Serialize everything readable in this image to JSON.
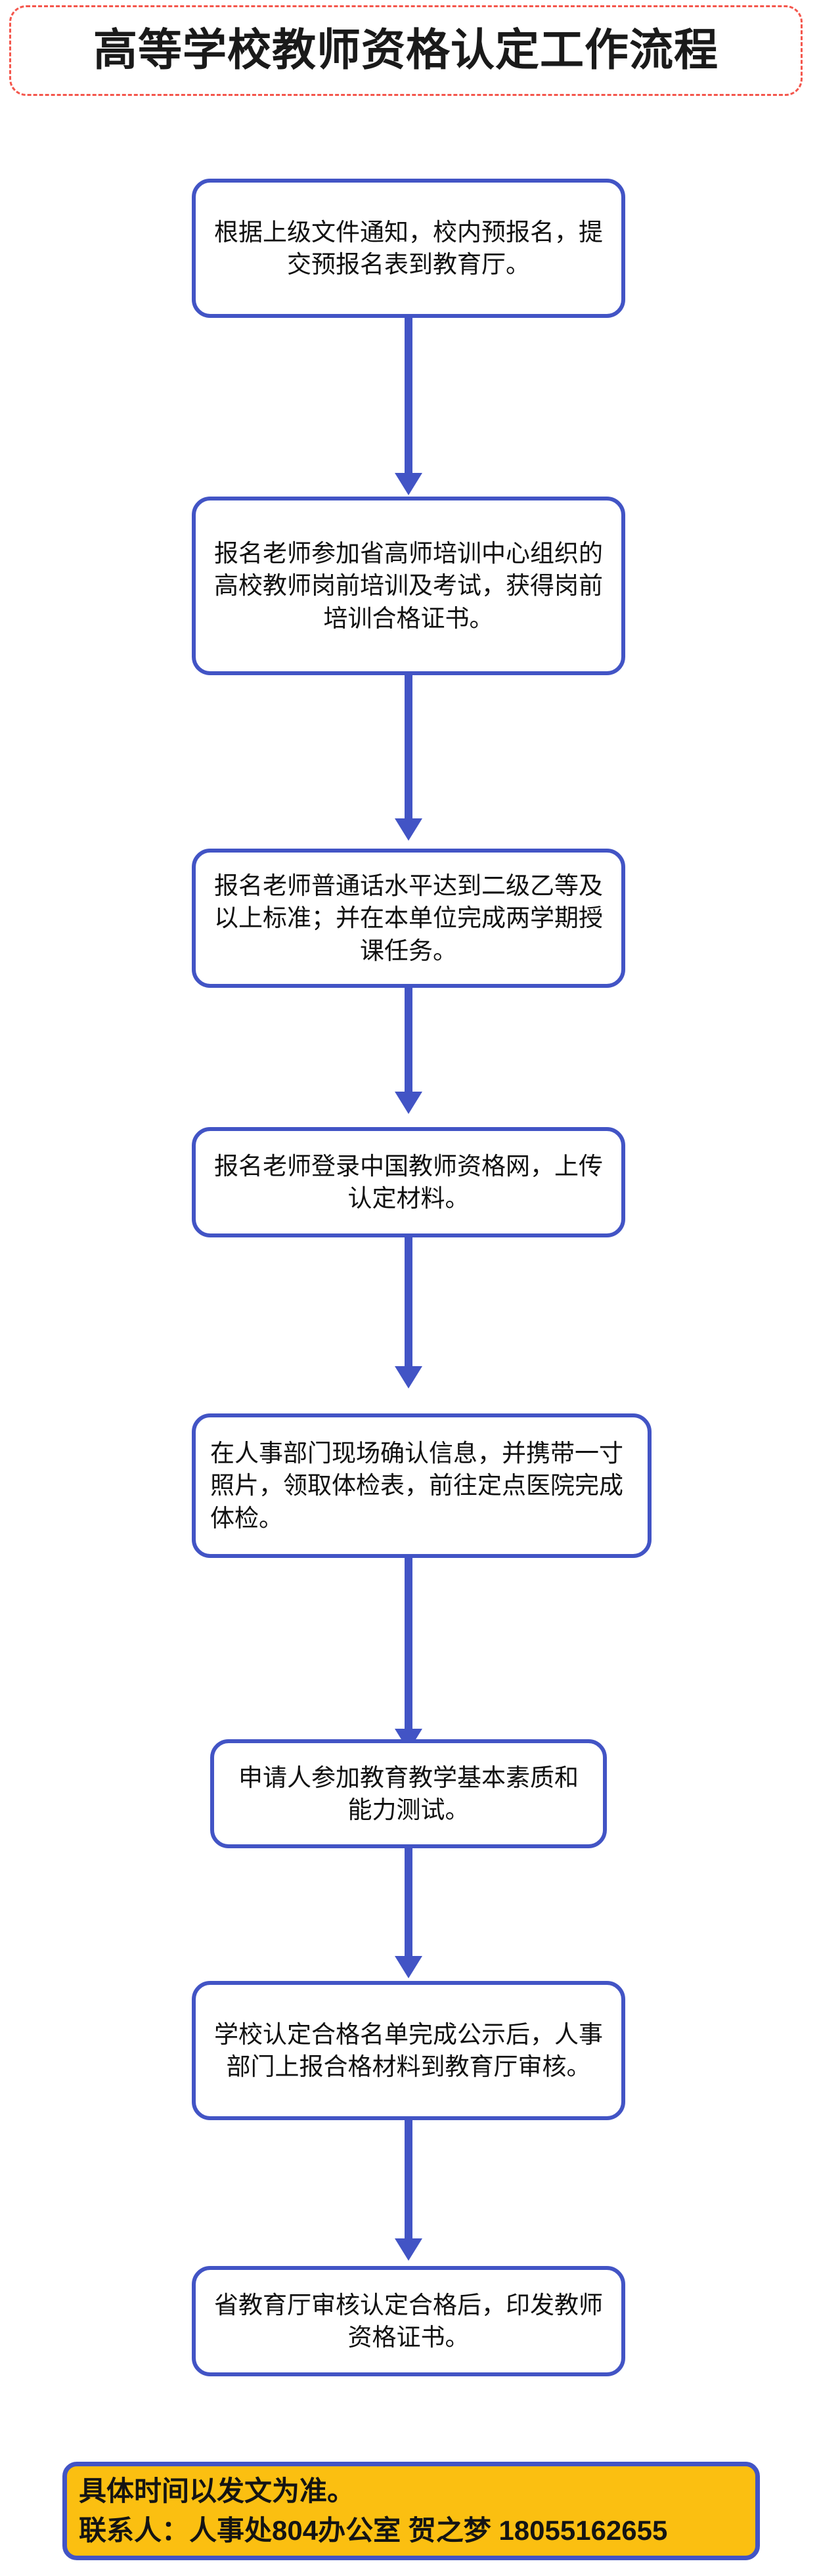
{
  "header": {
    "title": "高等学校教师资格认定工作流程",
    "border_color": "#F4564C"
  },
  "theme": {
    "node_border_color": "#4254C5",
    "node_fill_color": "#FFFFFF",
    "connector_color": "#4254C5",
    "text_color": "#111111",
    "footer_fill_color": "#FBBF11",
    "footer_border_color": "#4254C5"
  },
  "flow": {
    "nodes": [
      {
        "id": "step-1",
        "text": "根据上级文件通知，校内预报名，提交预报名表到教育厅。"
      },
      {
        "id": "step-2",
        "text": "报名老师参加省高师培训中心组织的高校教师岗前培训及考试，获得岗前培训合格证书。"
      },
      {
        "id": "step-3",
        "text": "报名老师普通话水平达到二级乙等及以上标准；并在本单位完成两学期授课任务。"
      },
      {
        "id": "step-4",
        "text": "报名老师登录中国教师资格网，上传认定材料。"
      },
      {
        "id": "step-5",
        "text": "在人事部门现场确认信息，并携带一寸照片，领取体检表，前往定点医院完成体检。"
      },
      {
        "id": "step-6",
        "text": "申请人参加教育教学基本素质和能力测试。"
      },
      {
        "id": "step-7",
        "text": "学校认定合格名单完成公示后，人事部门上报合格材料到教育厅审核。"
      },
      {
        "id": "step-8",
        "text": "省教育厅审核认定合格后，印发教师资格证书。"
      }
    ],
    "connector_count": 7
  },
  "footer": {
    "line1": "具体时间以发文为准。",
    "line2": "联系人：人事处804办公室 贺之梦 18055162655"
  }
}
